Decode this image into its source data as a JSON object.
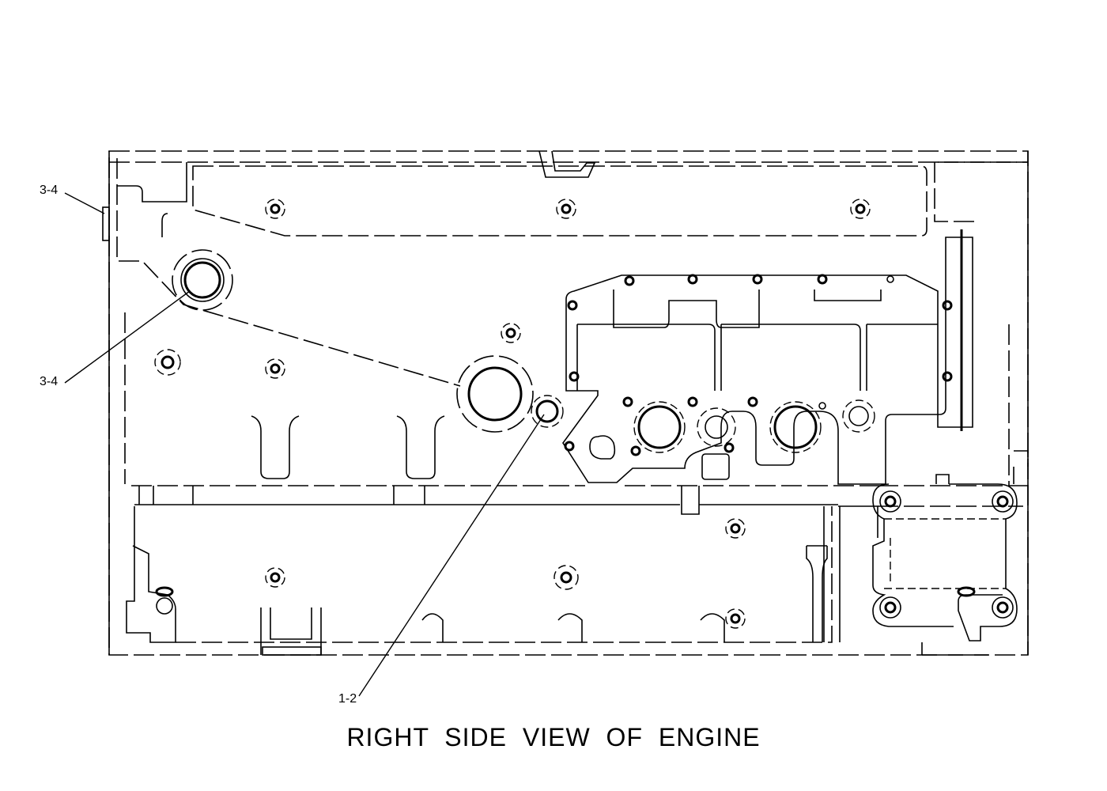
{
  "caption": "RIGHT SIDE VIEW OF ENGINE",
  "callouts": {
    "top_left": "3-4",
    "mid_left": "3-4",
    "bottom": "1-2"
  }
}
